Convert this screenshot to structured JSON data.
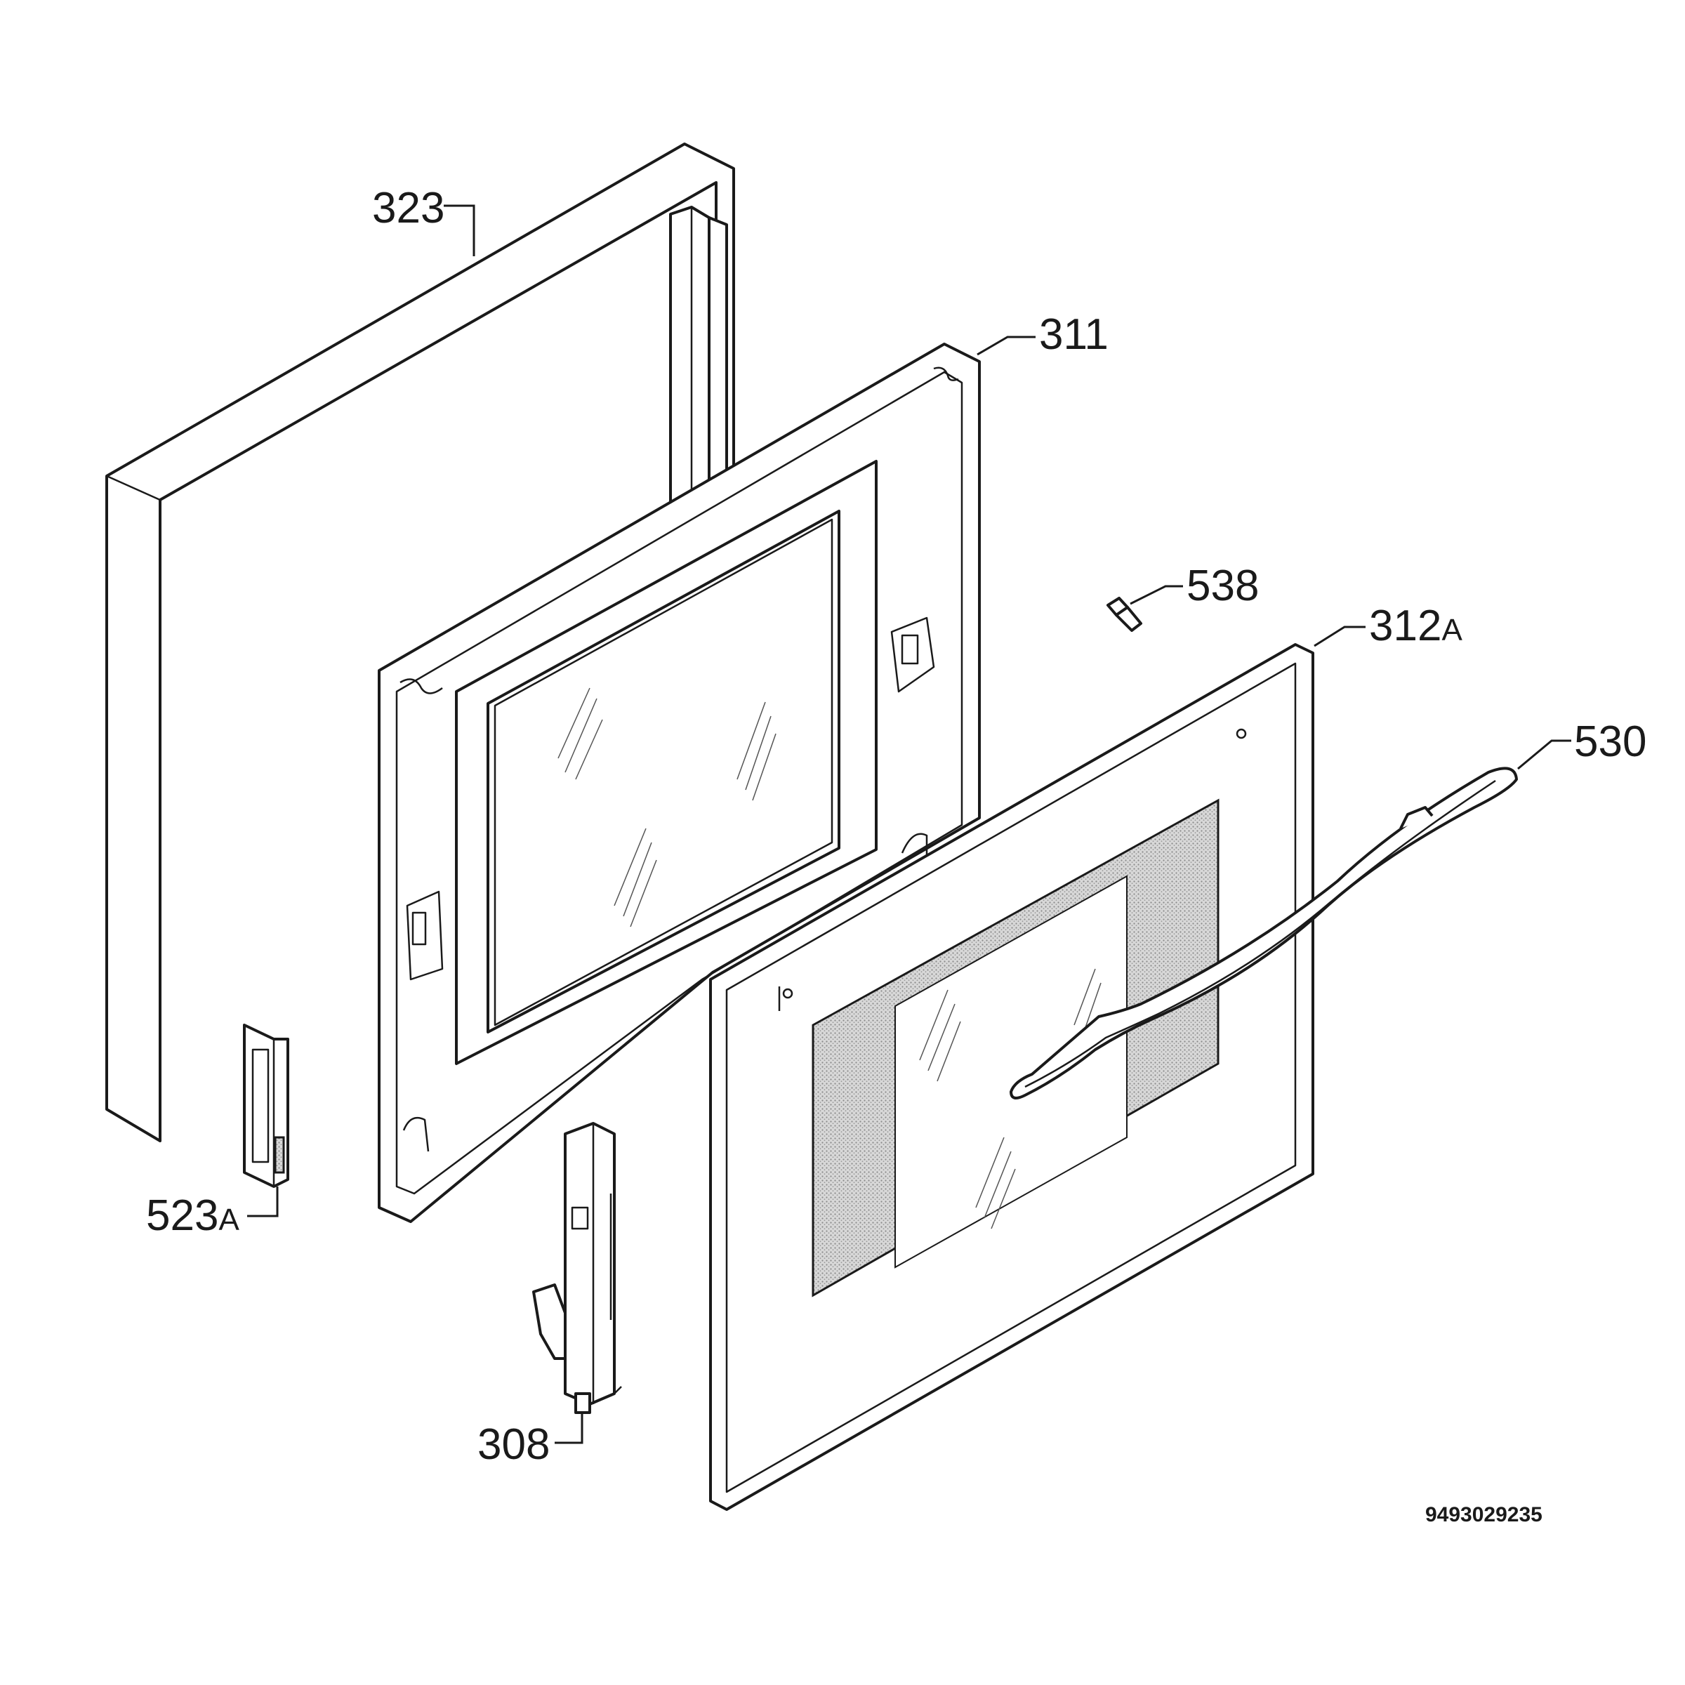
{
  "callouts": [
    {
      "id": "323",
      "text": "323",
      "suffix": ""
    },
    {
      "id": "311",
      "text": "311",
      "suffix": ""
    },
    {
      "id": "538",
      "text": "538",
      "suffix": ""
    },
    {
      "id": "312",
      "text": "312",
      "suffix": "A"
    },
    {
      "id": "530",
      "text": "530",
      "suffix": ""
    },
    {
      "id": "523",
      "text": "523",
      "suffix": "A"
    },
    {
      "id": "308",
      "text": "308",
      "suffix": ""
    }
  ],
  "document_id": "9493029235"
}
